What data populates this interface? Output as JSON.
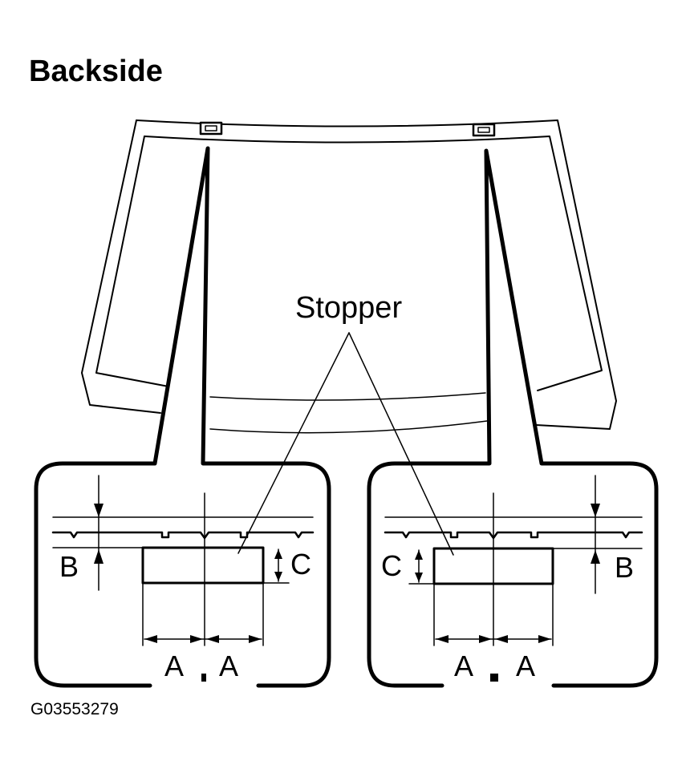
{
  "title": "Backside",
  "figure_code": "G03553279",
  "labels": {
    "stopper": "Stopper",
    "a": "A",
    "b": "B",
    "c": "C"
  }
}
